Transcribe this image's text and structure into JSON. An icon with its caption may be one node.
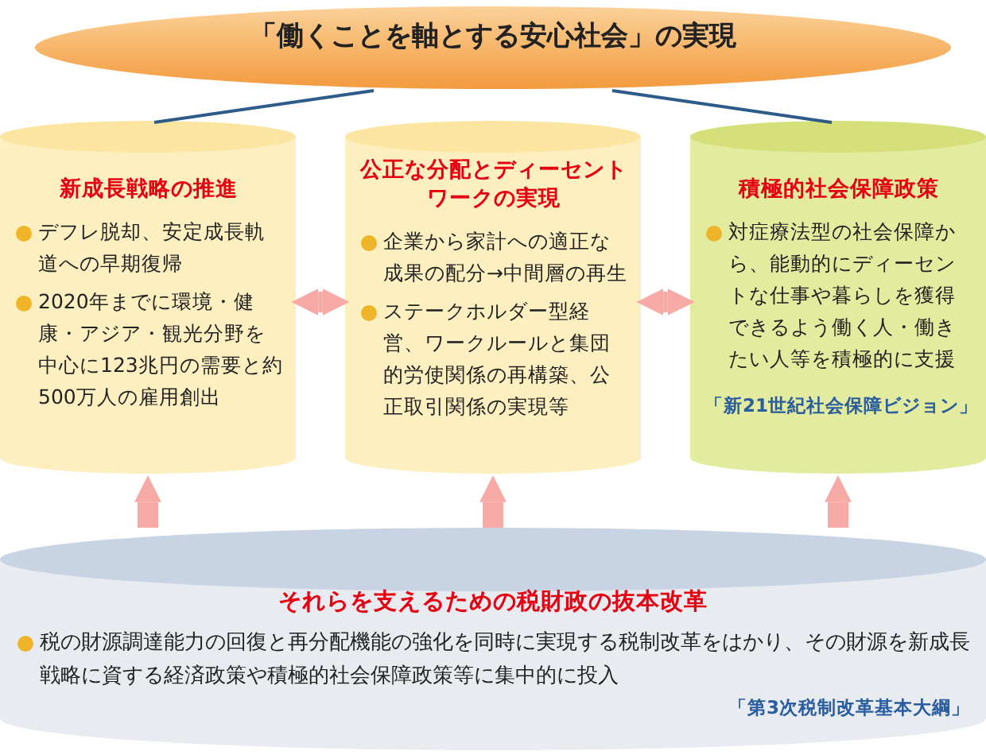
{
  "diagram": {
    "nodes": [
      {
        "text": [
          "「働くことを軸とする安心社会」の実現"
        ]
      },
      {
        "text": [
          "新成長戦略の推進",
          "デフレ脱却、安定成長軌道への早期復帰",
          "2020年までに環境・健康・アジア・観光分野を中心に123兆円の需要と約500万人の雇用創出"
        ]
      },
      {
        "text": [
          "公正な分配とディーセントワークの実現",
          "企業から家計への適正な成果の配分→中間層の再生",
          "ステークホルダー型経営、ワークルールと集団的労使関係の再構築、公正取引関係の実現等"
        ]
      },
      {
        "text": [
          "積極的社会保障政策",
          "対症療法型の社会保障から、能動的にディーセントな仕事や暮らしを獲得できるよう働く人・働きたい人等を積極的に支援",
          "「新21世紀社会保障ビジョン」"
        ]
      },
      {
        "text": [
          "それらを支えるための税財政の抜本改革",
          "税の財源調達能力の回復と再分配機能の強化を同時に実現する税制改革をはかり、その財源を新成長戦略に資する経済政策や積極的社会保障政策等に集中的に投入",
          "「第3次税制改革基本大綱」"
        ]
      }
    ],
    "edges": [
      {
        "from": 0,
        "to": 1,
        "arrow": "none",
        "color": "#2d5b8a"
      },
      {
        "from": 0,
        "to": 3,
        "arrow": "none",
        "color": "#2d5b8a"
      },
      {
        "from": 1,
        "to": 2,
        "arrow": "both"
      },
      {
        "from": 2,
        "to": 3,
        "arrow": "both"
      },
      {
        "from": 4,
        "to": 1,
        "arrow": "to"
      },
      {
        "from": 4,
        "to": 2,
        "arrow": "to"
      },
      {
        "from": 4,
        "to": 3,
        "arrow": "to"
      }
    ]
  }
}
